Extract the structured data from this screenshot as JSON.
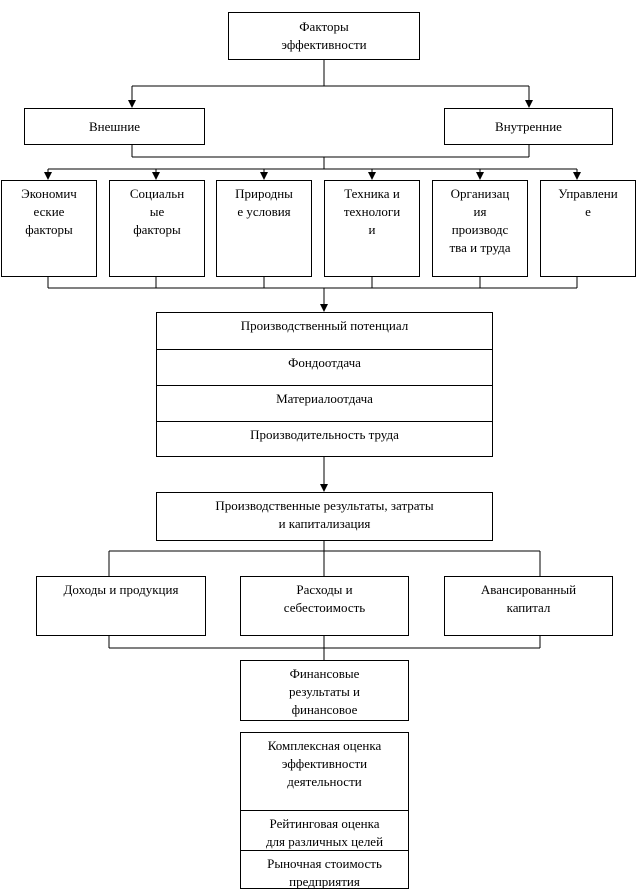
{
  "root": "Факторы\nэффективности",
  "groups": {
    "external": "Внешние",
    "internal": "Внутренние"
  },
  "factors": [
    "Экономич\nеские\nфакторы",
    "Социальн\nые\nфакторы",
    "Природны\nе условия",
    "Техника и\nтехнологи\nи",
    "Организац\nия\nпроизводс\nтва и труда",
    "Управлени\nе"
  ],
  "potential": [
    "Производственный потенциал",
    "Фондоотдача",
    "Материалоотдача",
    "Производительность труда"
  ],
  "results": "Производственные результаты, затраты\nи капитализация",
  "components": [
    "Доходы и продукция",
    "Расходы и\nсебестоимость",
    "Авансированный\nкапитал"
  ],
  "financial": "Финансовые\nрезультаты и\nфинансовое\nсостояние",
  "assessment": [
    "Комплексная оценка\nэффективности\nдеятельности",
    "Рейтинговая оценка\nдля различных целей",
    "Рыночная стоимость\nпредприятия"
  ]
}
